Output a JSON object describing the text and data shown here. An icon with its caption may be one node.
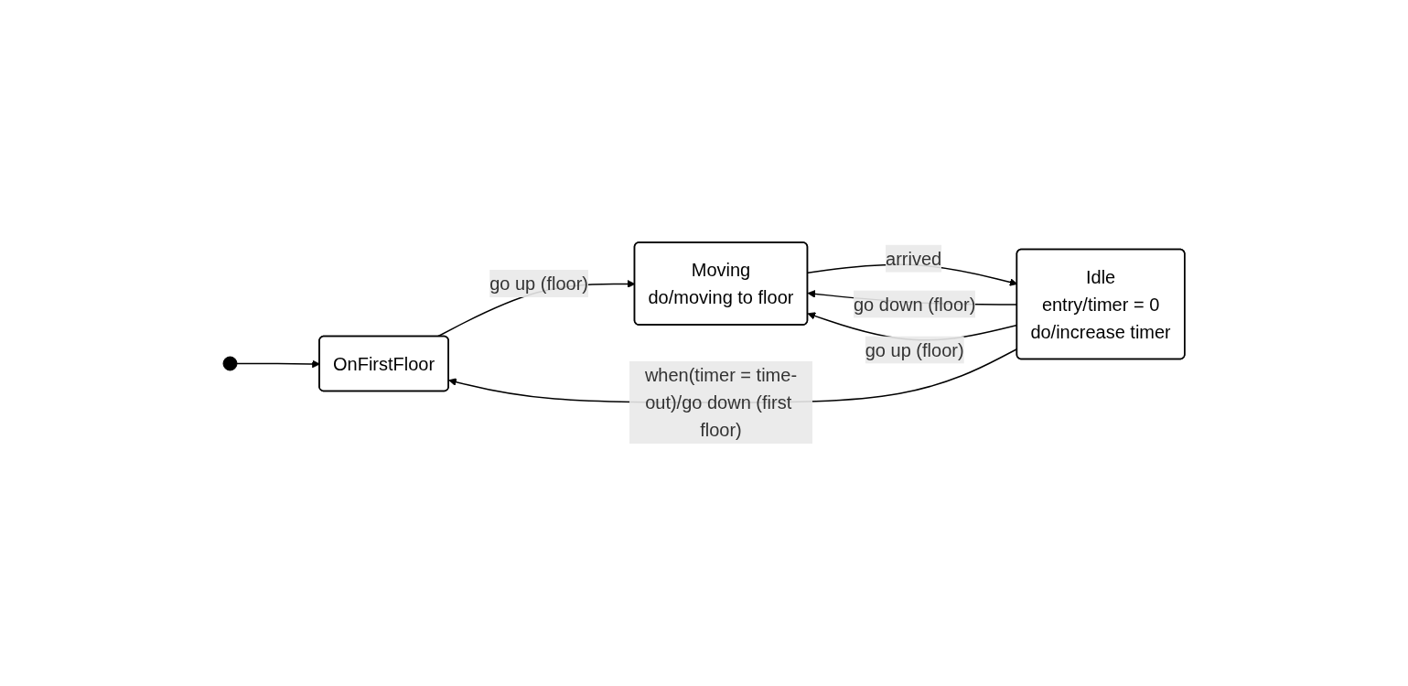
{
  "diagram": {
    "nodes": [
      {
        "text": [],
        "shape": "circle"
      },
      {
        "text": [
          "OnFirstFloor"
        ]
      },
      {
        "text": [
          "Moving",
          "do/moving to floor"
        ]
      },
      {
        "text": [
          "Idle",
          "entry/timer = 0",
          "do/increase timer"
        ]
      }
    ],
    "edges": [
      {
        "from": 0,
        "to": 1,
        "arrow": "to"
      },
      {
        "from": 1,
        "to": 2,
        "arrow": "to",
        "label": "go up (floor)"
      },
      {
        "from": 2,
        "to": 3,
        "arrow": "to",
        "label": "arrived"
      },
      {
        "from": 3,
        "to": 2,
        "arrow": "to",
        "label": "go down (floor)"
      },
      {
        "from": 3,
        "to": 2,
        "arrow": "to",
        "label": "go up (floor)"
      },
      {
        "from": 3,
        "to": 1,
        "arrow": "to",
        "label": "when(timer = time-out)/go down (first floor)"
      }
    ]
  }
}
